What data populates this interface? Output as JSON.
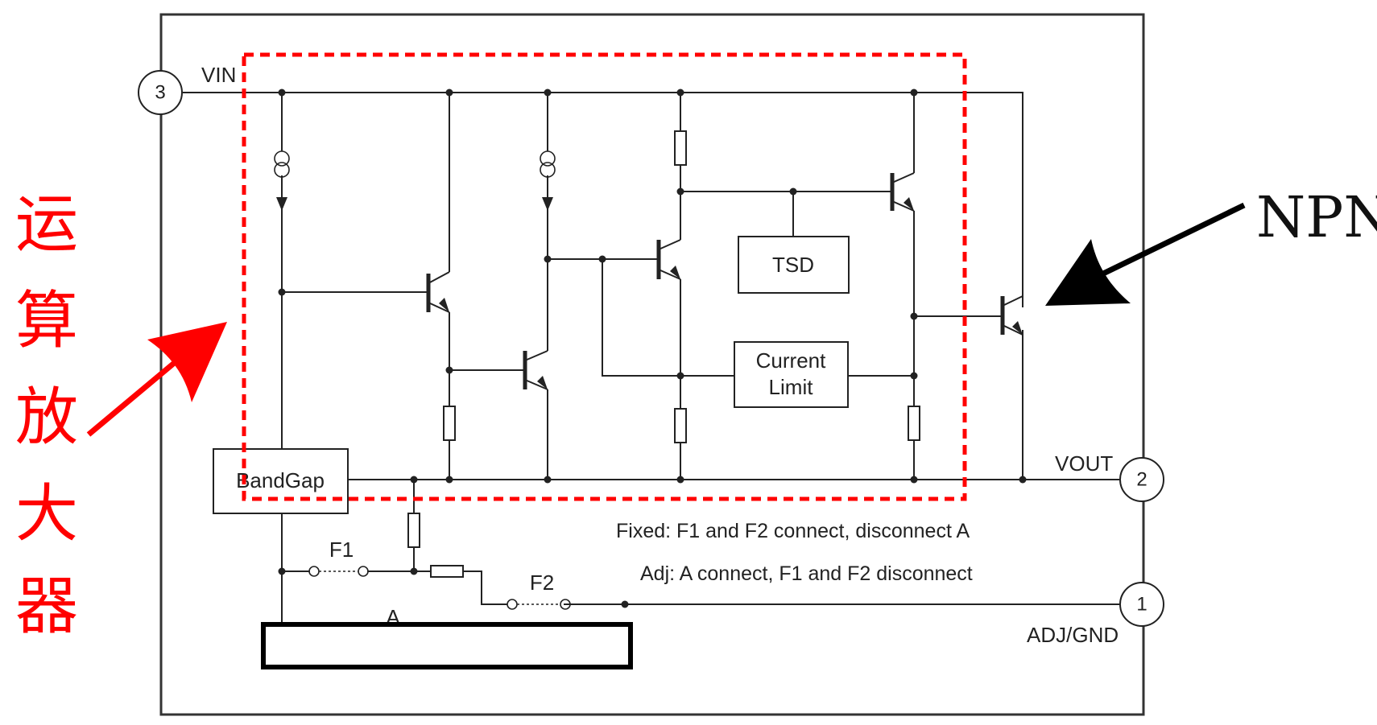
{
  "pins": {
    "vin": {
      "number": "3",
      "label": "VIN"
    },
    "vout": {
      "number": "2",
      "label": "VOUT"
    },
    "adj": {
      "number": "1",
      "label": "ADJ/GND"
    }
  },
  "blocks": {
    "tsd": "TSD",
    "current_limit_line1": "Current",
    "current_limit_line2": "Limit",
    "bandgap": "BandGap"
  },
  "fuses": {
    "f1": "F1",
    "f2": "F2",
    "a": "A"
  },
  "notes": {
    "fixed": "Fixed:  F1 and F2 connect, disconnect A",
    "adj": "Adj:  A connect, F1 and F2 disconnect"
  },
  "annotations": {
    "op_amp_label": [
      "运",
      "算",
      "放",
      "大",
      "器"
    ],
    "npn_label": "NPN",
    "red_color": "#ff0000",
    "arrow_color": "#000000"
  }
}
